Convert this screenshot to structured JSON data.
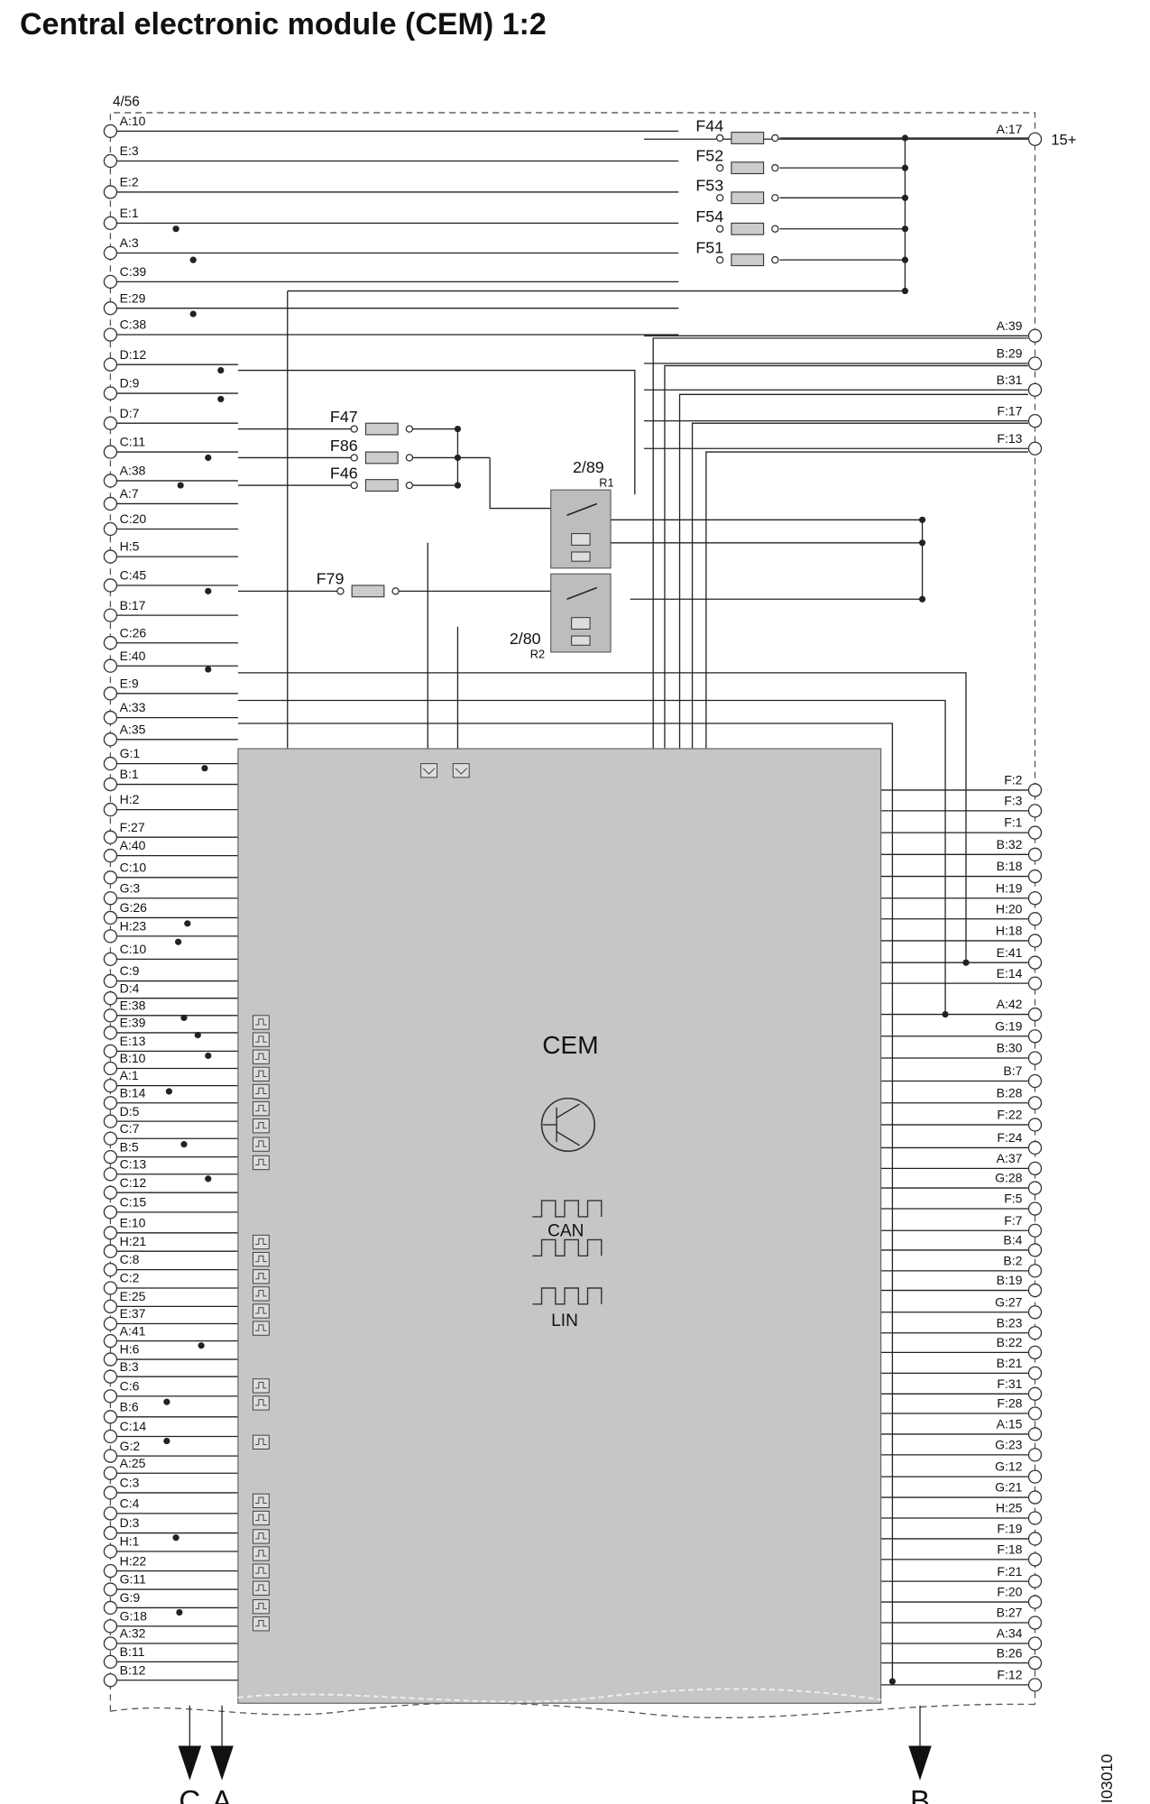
{
  "title": "Central electronic module (CEM) 1:2",
  "module_ref": "4/56",
  "supply_label": "15+",
  "module_label": "CEM",
  "bus_labels": {
    "can": "CAN",
    "lin": "LIN"
  },
  "doc_id": "I03010",
  "arrows": [
    {
      "label": "C"
    },
    {
      "label": "A"
    },
    {
      "label": "B"
    }
  ],
  "relays": [
    {
      "ref": "2/89",
      "tag": "R1"
    },
    {
      "ref": "2/80",
      "tag": "R2"
    }
  ],
  "fuses": [
    {
      "name": "F44"
    },
    {
      "name": "F52"
    },
    {
      "name": "F53"
    },
    {
      "name": "F54"
    },
    {
      "name": "F51"
    },
    {
      "name": "F47"
    },
    {
      "name": "F86"
    },
    {
      "name": "F46"
    },
    {
      "name": "F79"
    }
  ],
  "left_pins": [
    "A:10",
    "E:3",
    "E:2",
    "E:1",
    "A:3",
    "C:39",
    "E:29",
    "C:38",
    "D:12",
    "D:9",
    "D:7",
    "C:11",
    "A:38",
    "A:7",
    "C:20",
    "H:5",
    "C:45",
    "B:17",
    "C:26",
    "E:40",
    "E:9",
    "A:33",
    "A:35",
    "G:1",
    "B:1",
    "H:2",
    "F:27",
    "A:40",
    "C:10",
    "G:3",
    "G:26",
    "H:23",
    "C:10",
    "C:9",
    "D:4",
    "E:38",
    "E:39",
    "E:13",
    "B:10",
    "A:1",
    "B:14",
    "D:5",
    "C:7",
    "B:5",
    "C:13",
    "C:12",
    "C:15",
    "E:10",
    "H:21",
    "C:8",
    "C:2",
    "E:25",
    "E:37",
    "A:41",
    "H:6",
    "B:3",
    "C:6",
    "B:6",
    "C:14",
    "G:2",
    "A:25",
    "C:3",
    "C:4",
    "D:3",
    "H:1",
    "H:22",
    "G:11",
    "G:9",
    "G:18",
    "A:32",
    "B:11",
    "B:12"
  ],
  "right_pins": [
    "A:17",
    "A:39",
    "B:29",
    "B:31",
    "F:17",
    "F:13",
    "F:2",
    "F:3",
    "F:1",
    "B:32",
    "B:18",
    "H:19",
    "H:20",
    "H:18",
    "E:41",
    "E:14",
    "A:42",
    "G:19",
    "B:30",
    "B:7",
    "B:28",
    "F:22",
    "F:24",
    "A:37",
    "G:28",
    "F:5",
    "F:7",
    "B:4",
    "B:2",
    "B:19",
    "G:27",
    "B:23",
    "B:22",
    "B:21",
    "F:31",
    "F:28",
    "A:15",
    "G:23",
    "G:12",
    "G:21",
    "H:25",
    "F:19",
    "F:18",
    "F:21",
    "F:20",
    "B:27",
    "A:34",
    "B:26",
    "F:12"
  ]
}
